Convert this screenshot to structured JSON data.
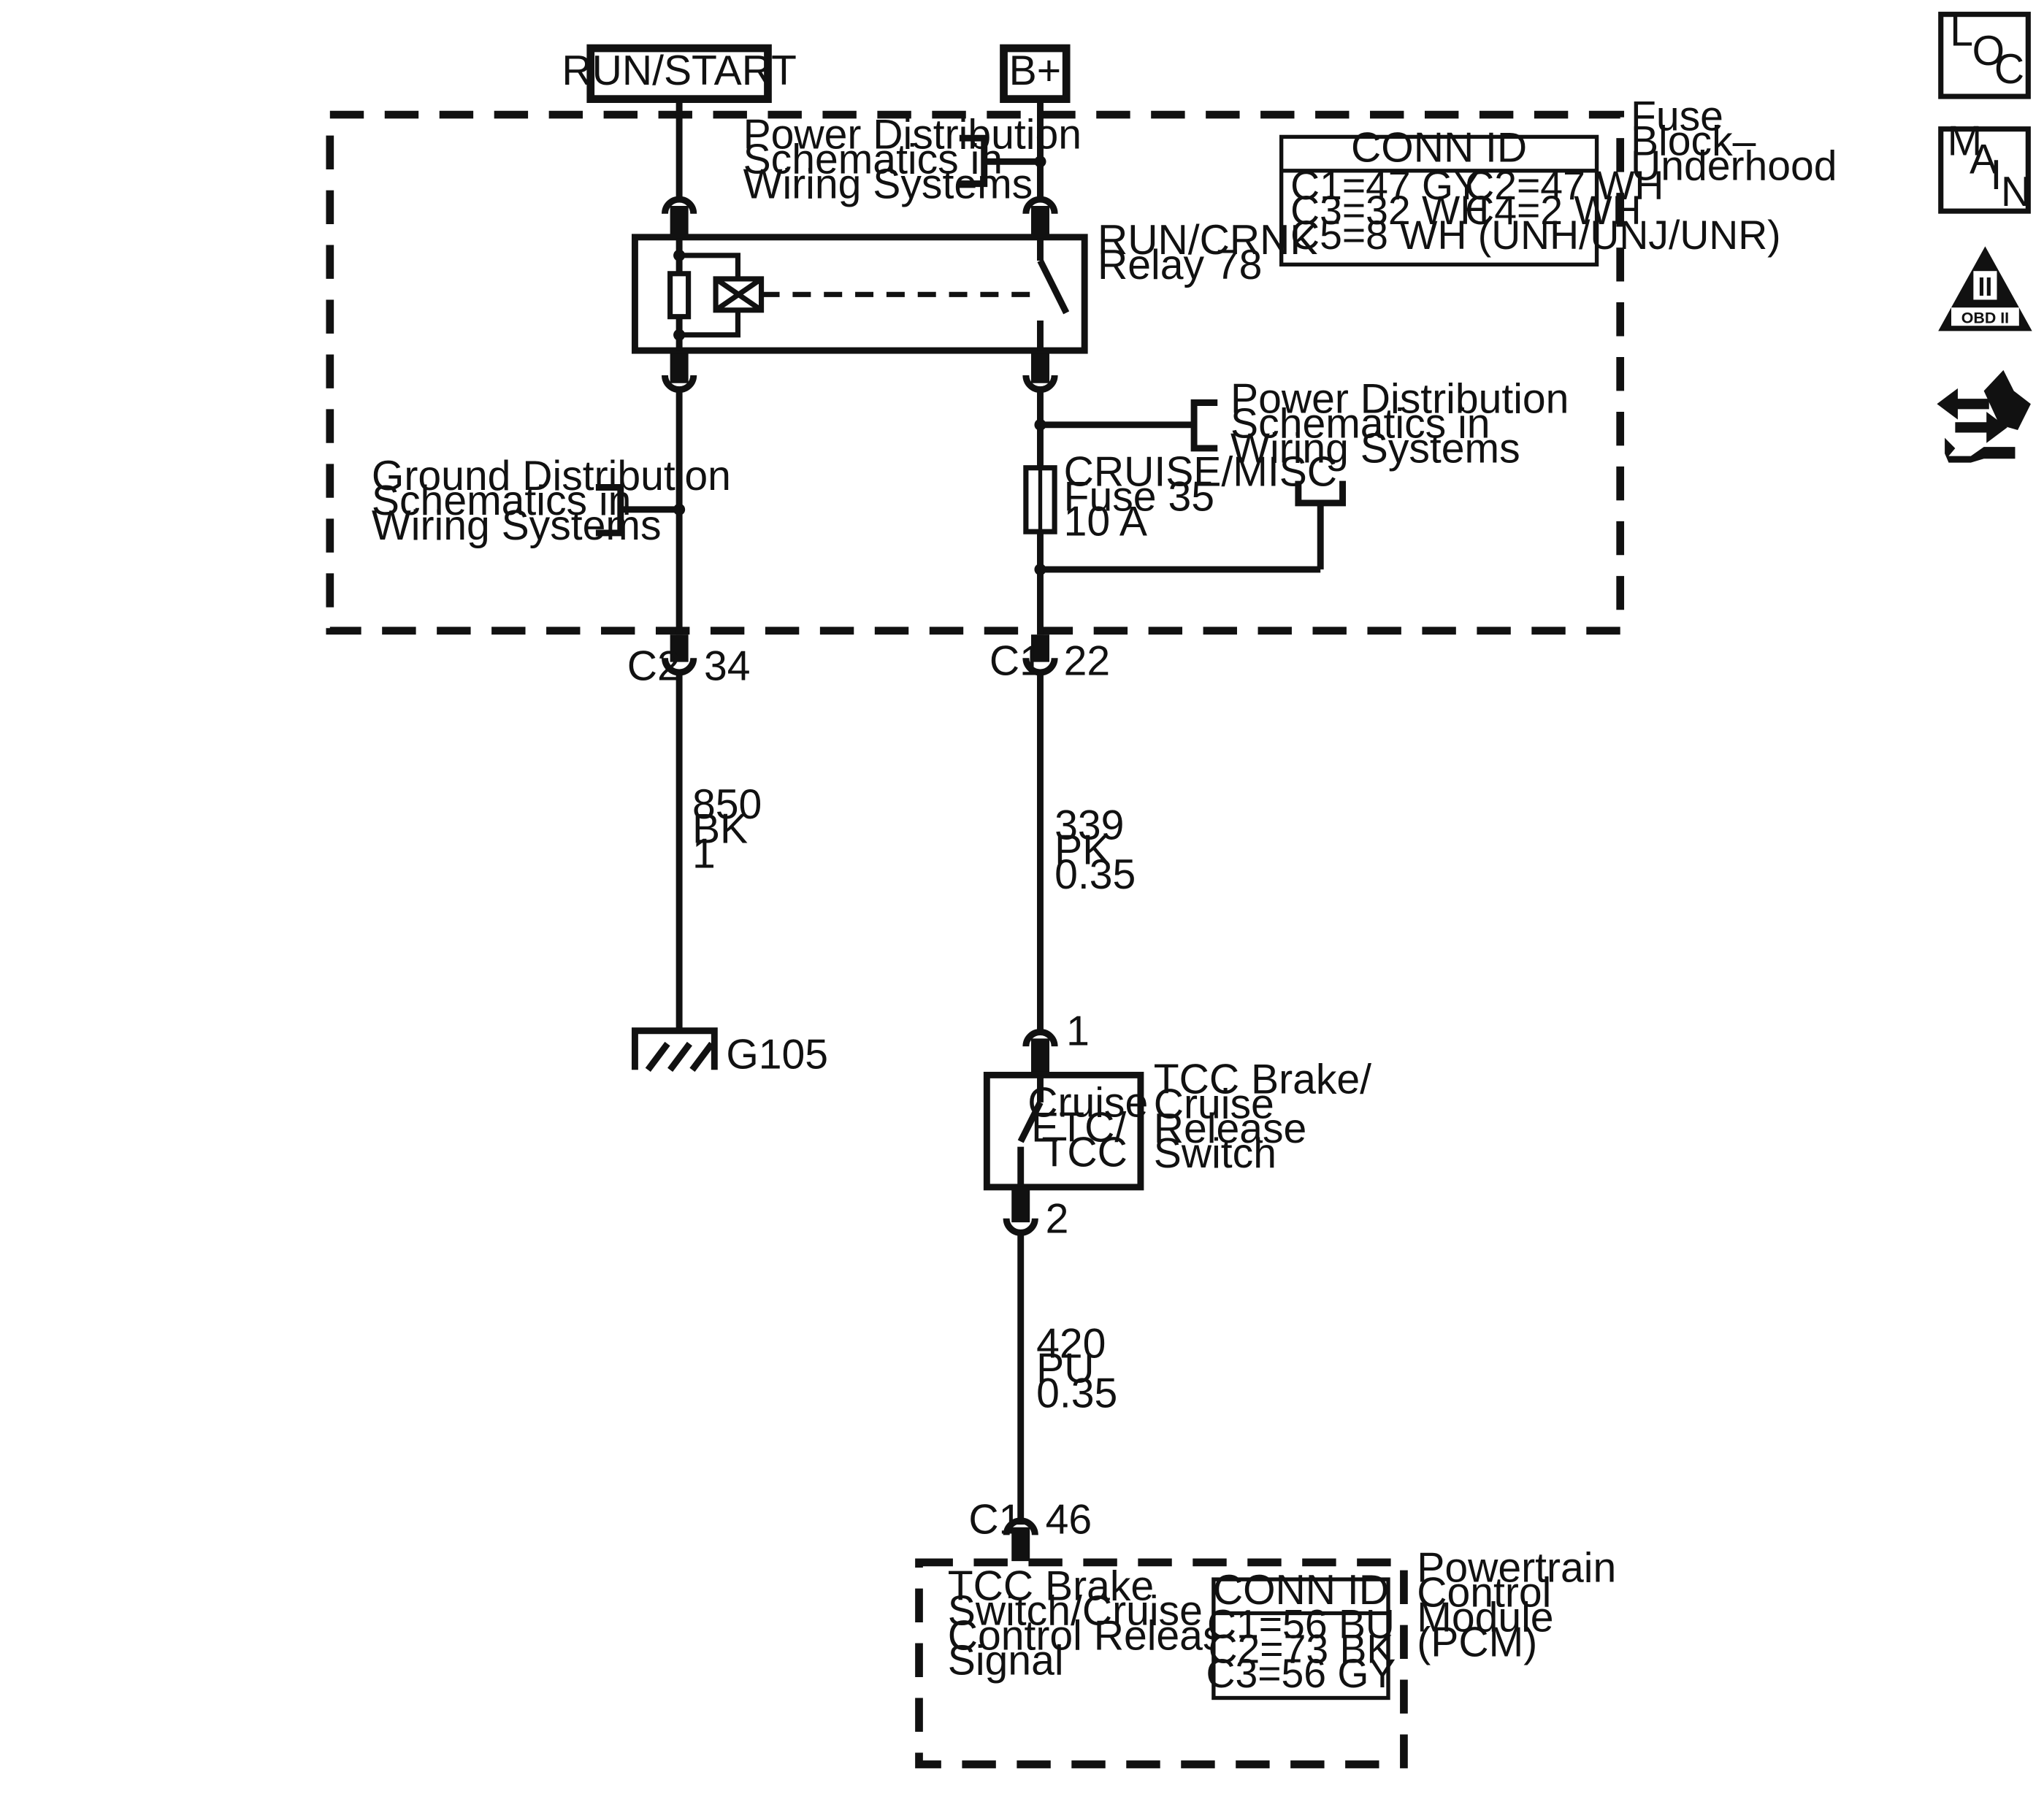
{
  "power_sources": {
    "run_start": "RUN/START",
    "b_plus": "B+"
  },
  "fuse_block": {
    "name": "Fuse Block–Underhood",
    "name_lines": [
      "Fuse",
      "Block–",
      "Underhood"
    ],
    "conn_id": {
      "title": "CONN ID",
      "rows": [
        [
          "C1=47 GY",
          "C2=47 WH"
        ],
        [
          "C3=32 WH",
          "C4=2 WH"
        ],
        [
          "C5=8 WH (UNH/UNJ/UNR)",
          ""
        ]
      ]
    },
    "power_dist_top": [
      "Power Distribution",
      "Schematics in",
      "Wiring Systems"
    ],
    "power_dist_right": [
      "Power Distribution",
      "Schematics in",
      "Wiring Systems"
    ],
    "ground_dist": [
      "Ground Distribution",
      "Schematics in",
      "Wiring Systems"
    ],
    "relay": [
      "RUN/CRNK",
      "Relay 78"
    ],
    "fuse": [
      "CRUISE/MISC",
      "Fuse 35",
      "10 A"
    ]
  },
  "connectors": {
    "c2_34": {
      "conn": "C2",
      "pin": "34"
    },
    "c1_22": {
      "conn": "C1",
      "pin": "22"
    },
    "switch_pin1": "1",
    "switch_pin2": "2",
    "pcm_c1_46": {
      "conn": "C1",
      "pin": "46"
    }
  },
  "wires": {
    "w850": [
      "850",
      "BK",
      "1"
    ],
    "w339": [
      "339",
      "PK",
      "0.35"
    ],
    "w420": [
      "420",
      "PU",
      "0.35"
    ]
  },
  "ground": {
    "label": "G105"
  },
  "tcc_switch": {
    "inner": [
      "Cruise",
      "ETC/",
      "TCC"
    ],
    "name": [
      "TCC Brake/",
      "Cruise",
      "Release",
      "Switch"
    ]
  },
  "pcm": {
    "signal": [
      "TCC Brake",
      "Switch/Cruise",
      "Control Release",
      "Signal"
    ],
    "name": [
      "Powertrain",
      "Control",
      "Module",
      "(PCM)"
    ],
    "conn_id": {
      "title": "CONN ID",
      "rows": [
        "C1=56 BU",
        "C2=73 BK",
        "C3=56 GY"
      ]
    }
  },
  "side_icons": {
    "loc": [
      "L",
      "O",
      "C"
    ],
    "main": [
      "M",
      "A",
      "I",
      "N"
    ],
    "obd": {
      "roman": "II",
      "label": "OBD II"
    },
    "nav_icon": "wrench-arrows-icon"
  }
}
